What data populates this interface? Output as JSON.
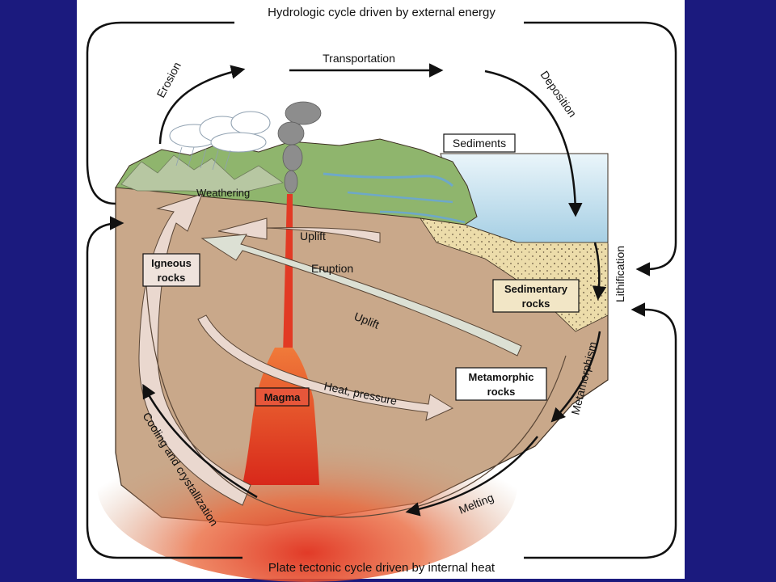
{
  "diagram": {
    "title_top": "Hydrologic cycle driven by external energy",
    "title_bottom": "Plate tectonic cycle driven by internal heat",
    "process_labels": {
      "erosion": "Erosion",
      "transportation": "Transportation",
      "deposition": "Deposition",
      "lithification": "Lithification",
      "metamorphism": "Metamorphism",
      "melting": "Melting",
      "cooling": "Cooling and crystallization",
      "weathering": "Weathering",
      "uplift_upper": "Uplift",
      "eruption": "Eruption",
      "uplift_lower": "Uplift",
      "heat_pressure": "Heat, pressure"
    },
    "box_labels": {
      "sediments": "Sediments",
      "igneous_line1": "Igneous",
      "igneous_line2": "rocks",
      "sedimentary_line1": "Sedimentary",
      "sedimentary_line2": "rocks",
      "metamorphic_line1": "Metamorphic",
      "metamorphic_line2": "rocks",
      "magma": "Magma"
    }
  },
  "colors": {
    "frame": "#1b1a7e",
    "panel": "#ffffff",
    "crust": "#c9a88a",
    "sea": "#bfe0ef",
    "sand": "#ecdcaa",
    "land": "#8fb56d",
    "magma": "#e8432a",
    "arrow_pale": "#ead8cf"
  }
}
